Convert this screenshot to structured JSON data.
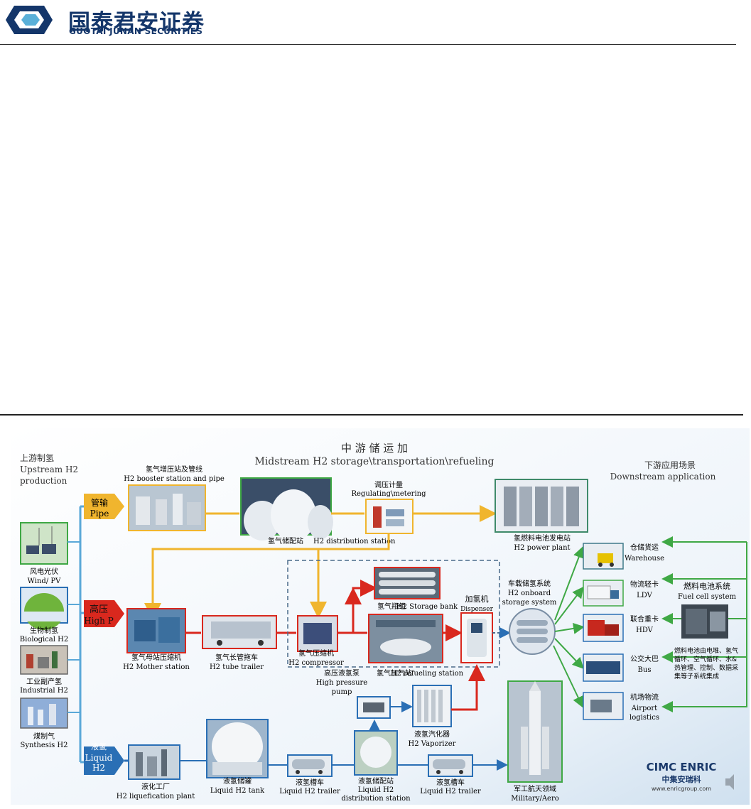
{
  "header": {
    "logo_cn": "国泰君安证券",
    "logo_en": "GUOTAI JUNAN SECURITIES",
    "brand_color": "#14366a"
  },
  "diagram": {
    "title_cn": "中 游 储 运 加",
    "title_en": "Midstream H2 storage\\transportation\\refueling",
    "upstream_cn": "上游制氢",
    "upstream_en1": "Upstream H2",
    "upstream_en2": "production",
    "downstream_cn": "下游应用场景",
    "downstream_en": "Downstream application",
    "sources": [
      {
        "cn": "风电光伏",
        "en": "Wind/ PV"
      },
      {
        "cn": "生物制氢",
        "en": "Biological H2"
      },
      {
        "cn": "工业副产氢",
        "en": "Industrial H2"
      },
      {
        "cn": "煤制气",
        "en": "Synthesis H2"
      }
    ],
    "routes": {
      "pipe_cn": "管输",
      "pipe_en": "Pipe",
      "hp_cn": "高压",
      "hp_en": "High P",
      "liquid_cn": "液氢",
      "liquid_en1": "Liquid",
      "liquid_en2": "H2"
    },
    "nodes": {
      "booster_cn": "氢气增压站及管线",
      "booster_en": "H2 booster station and pipe",
      "distribution_cn": "氢气储配站",
      "distribution_en": "H2 distribution station",
      "regulating_cn": "调压计量",
      "regulating_en": "Regulating\\metering",
      "power_cn": "氢燃料电池发电站",
      "power_en": "H2 power plant",
      "mother_cn": "氢气母站压缩机",
      "mother_en": "H2 Mother station",
      "tube_cn": "氢气长管拖车",
      "tube_en": "H2 tube trailer",
      "compressor_cn": "氢气压缩机",
      "compressor_en": "H2 compressor",
      "storagebank_cn": "氢气瓶组",
      "storagebank_en": "H2 Storage bank",
      "refuel_cn": "氢气加气站",
      "refuel_en": "H2 refueling station",
      "dispenser_cn": "加氢机",
      "dispenser_en": "Dispenser",
      "onboard_cn": "车载储氢系统",
      "onboard_en1": "H2 onboard",
      "onboard_en2": "storage system",
      "hpump_cn": "高压液氢泵",
      "hpump_en1": "High pressure",
      "hpump_en2": "pump",
      "vaporizer_cn": "液氢汽化器",
      "vaporizer_en": "H2 Vaporizer",
      "liqplant_cn": "液化工厂",
      "liqplant_en": "H2 liquefication plant",
      "liqtank_cn": "液氢储罐",
      "liqtank_en": "Liquid H2 tank",
      "liqtrailer1_cn": "液氢槽车",
      "liqtrailer1_en": "Liquid  H2 trailer",
      "liqdist_cn": "液氢储配站",
      "liqdist_en1": "Liquid H2",
      "liqdist_en2": "distribution station",
      "liqtrailer2_cn": "液氢槽车",
      "liqtrailer2_en": "Liquid  H2 trailer",
      "military_cn": "军工航天领域",
      "military_en": "Military/Aero"
    },
    "apps": [
      {
        "cn": "仓储货运",
        "en": "Warehouse"
      },
      {
        "cn": "物流轻卡",
        "en": "LDV"
      },
      {
        "cn": "联合重卡",
        "en": "HDV"
      },
      {
        "cn": "公交大巴",
        "en": "Bus"
      },
      {
        "cn": "机场物流",
        "en1": "Airport",
        "en2": "logistics"
      }
    ],
    "fuelcell_cn": "燃料电池系统",
    "fuelcell_en": "Fuel cell system",
    "fuelcell_desc1": "燃料电池由电堆、氢气",
    "fuelcell_desc2": "循环、空气循环、水&",
    "fuelcell_desc3": "热管理、控制、数据采",
    "fuelcell_desc4": "集等子系统集成",
    "cimc_en": "CIMC ENRIC",
    "cimc_cn": "中集安瑞科",
    "cimc_url": "www.enricgroup.com",
    "colors": {
      "pipe": "#f0b52e",
      "highp": "#d9281e",
      "liquid": "#2a6fb5",
      "upstream": "#5aa8d8",
      "downstream": "#3fa845",
      "dashed": "#4a6a8a"
    }
  }
}
